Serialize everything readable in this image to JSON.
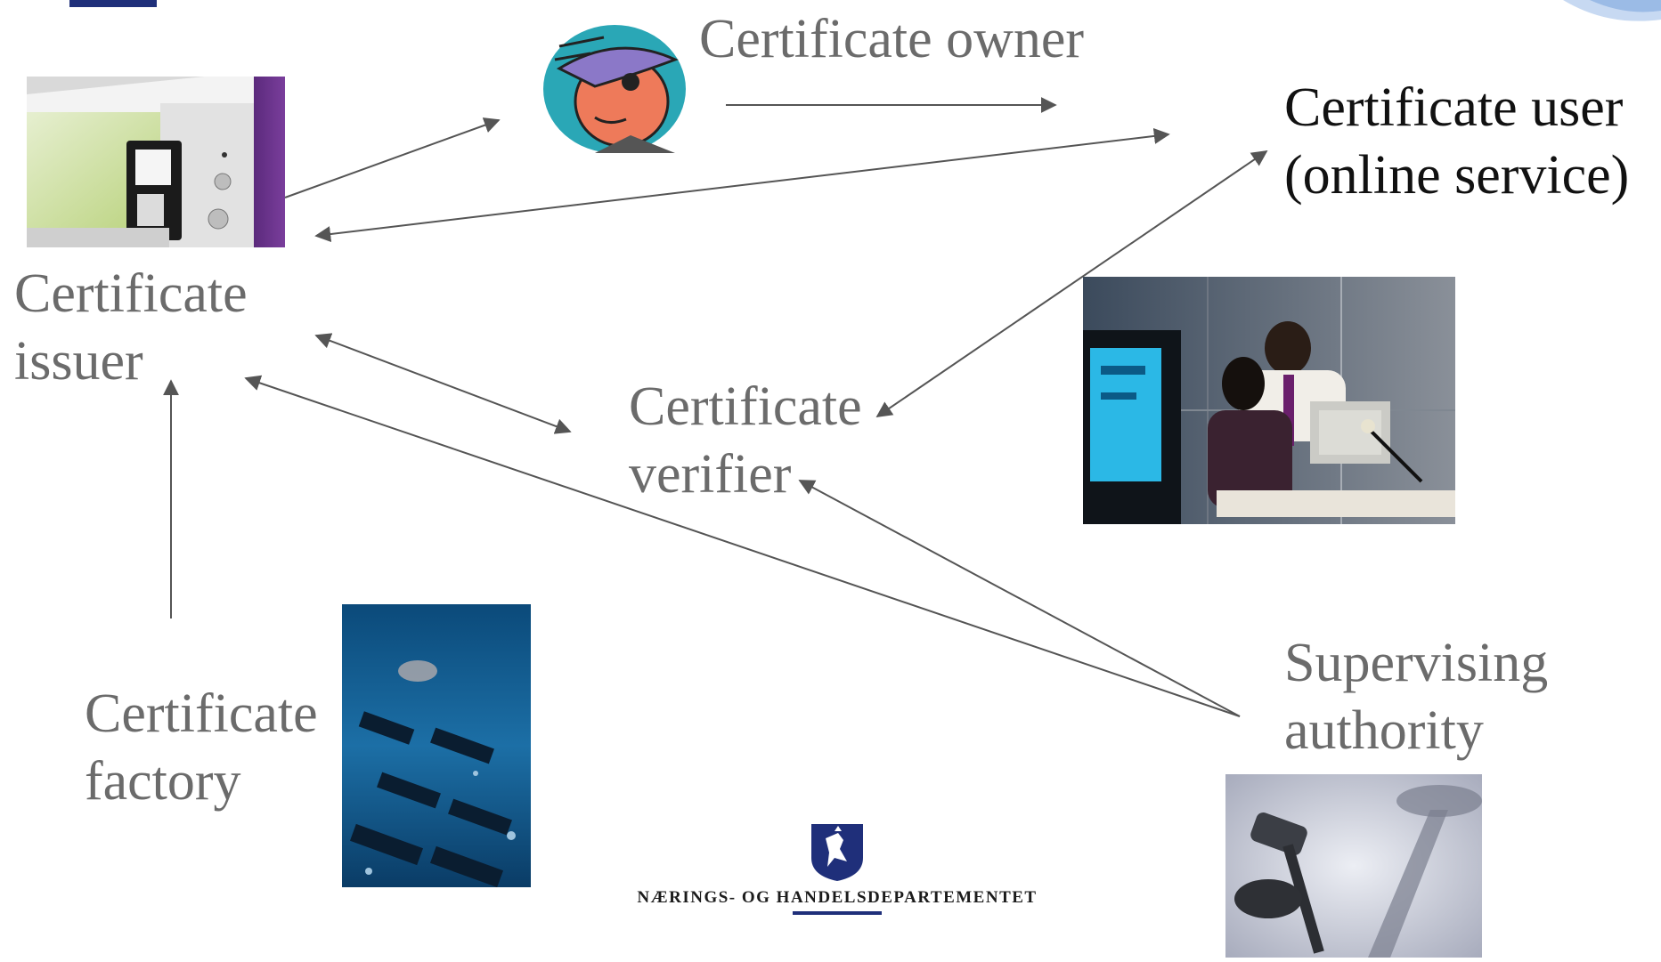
{
  "nodes": {
    "owner": {
      "label": "Certificate owner"
    },
    "user": {
      "line1": "Certificate user",
      "line2": "(online service)"
    },
    "issuer": {
      "line1": "Certificate",
      "line2": "issuer"
    },
    "verifier": {
      "line1": "Certificate",
      "line2": "verifier"
    },
    "factory": {
      "line1": "Certificate",
      "line2": "factory"
    },
    "authority": {
      "line1": "Supervising",
      "line2": "authority"
    }
  },
  "logo": {
    "text": "NÆRINGS- OG HANDELSDEPARTEMENTET"
  },
  "colors": {
    "label": "#6b6b6b",
    "label_dark": "#111111",
    "arrow": "#555555",
    "brand_blue": "#1f2f7a"
  },
  "icons": {
    "issuer": "printer-icon",
    "owner": "cartoon-face-icon",
    "user": "office-workers-photo",
    "factory": "circuit-board-photo",
    "authority": "gavel-photo",
    "logo": "coat-of-arms-icon"
  }
}
